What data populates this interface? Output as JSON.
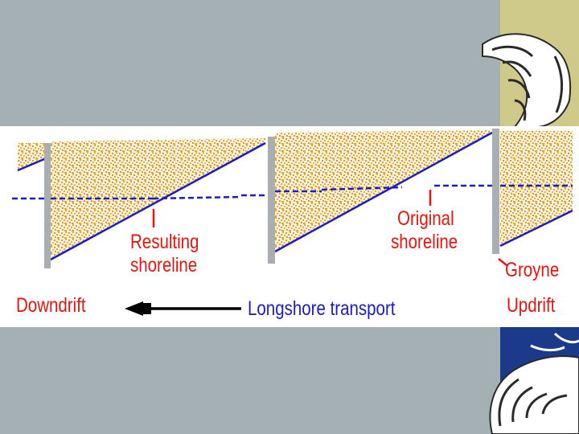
{
  "colors": {
    "slide_background": "#a5b0b4",
    "diagram_background": "#ffffff",
    "sand": "#e3a534",
    "shoreline": "#1c1cc4",
    "groyne": "#a9aeb3",
    "text_red": "#e8140e",
    "text_blue": "#1c1cc4",
    "olive_panel": "#cfc98a",
    "navy_panel": "#1c3a8a"
  },
  "labels": {
    "resulting_line1": "Resulting",
    "resulting_line2": "shoreline",
    "original_line1": "Original",
    "original_line2": "shoreline",
    "groyne": "Groyne",
    "downdrift": "Downdrift",
    "longshore": "Longshore transport",
    "updrift": "Updrift"
  },
  "decorations": [
    "wave-top-right",
    "wave-bottom-right"
  ],
  "icons": [
    "transport-arrow-icon"
  ]
}
